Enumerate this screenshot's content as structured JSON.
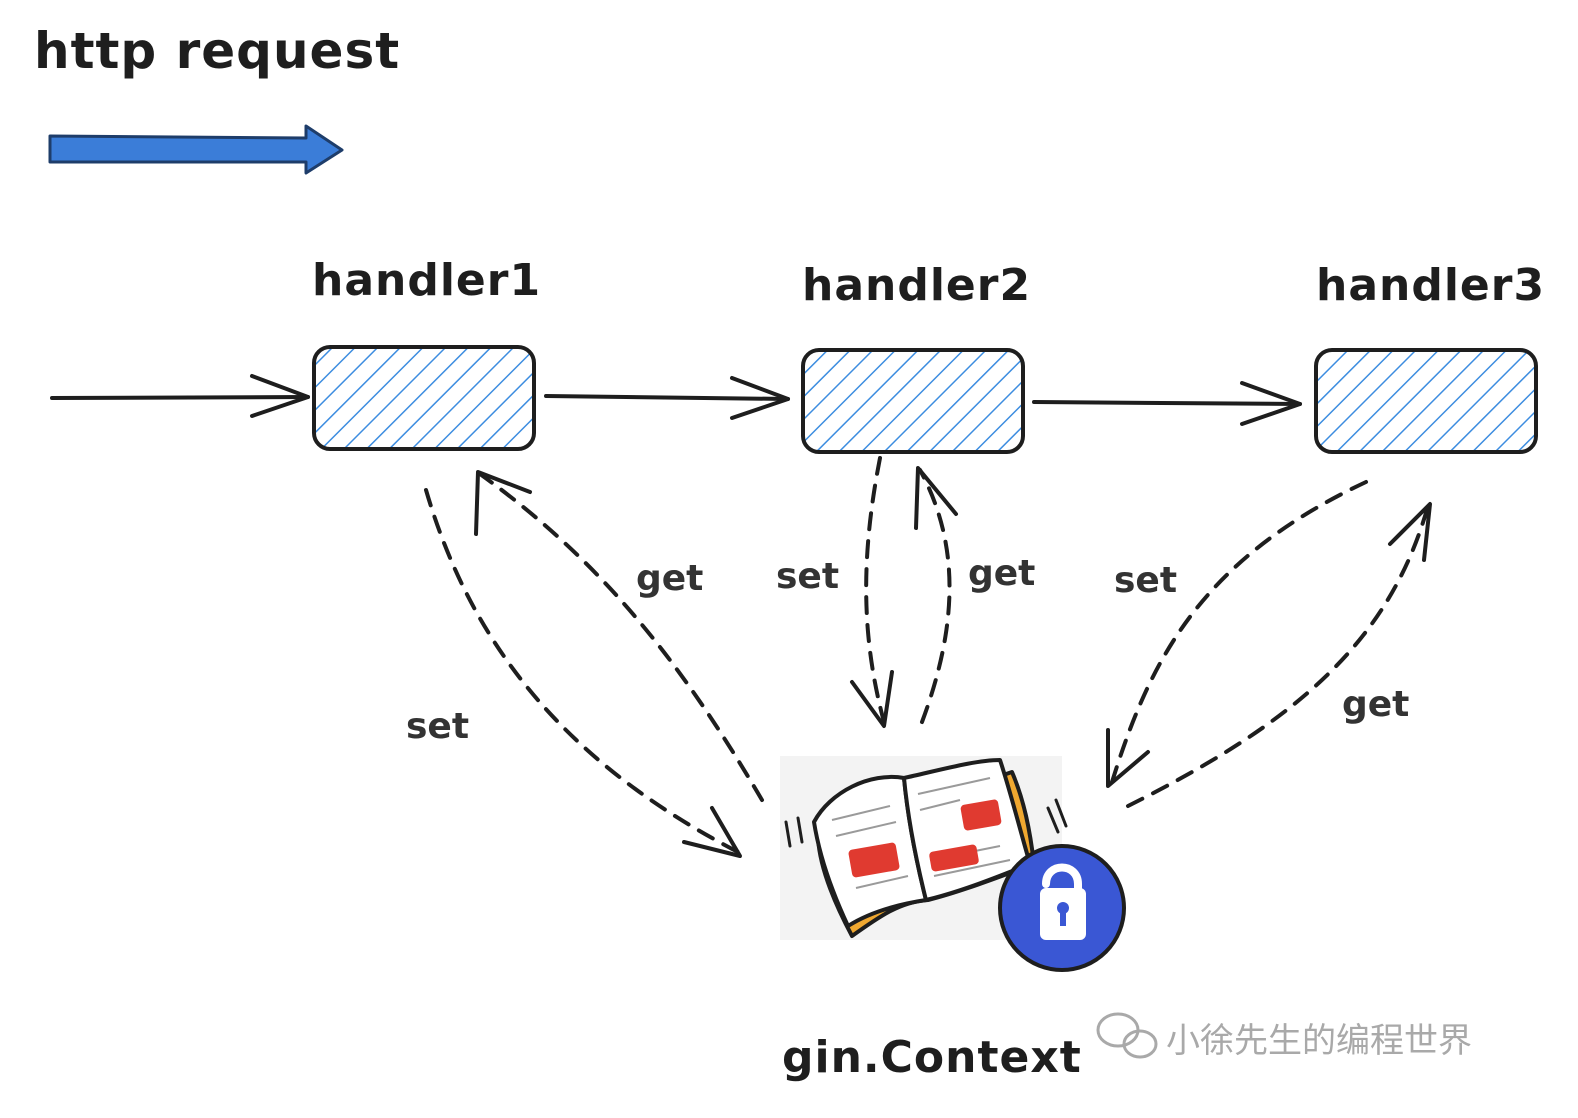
{
  "title": "http request",
  "handlers": [
    {
      "label": "handler1"
    },
    {
      "label": "handler2"
    },
    {
      "label": "handler3"
    }
  ],
  "edge_labels": {
    "h1_set": "set",
    "h1_get": "get",
    "h2_set": "set",
    "h2_get": "get",
    "h3_set": "set",
    "h3_get": "get"
  },
  "context_label": "gin.Context",
  "watermark": "小徐先生的编程世界",
  "colors": {
    "request_arrow": "#3b7dd8",
    "handler_fill": "#dbe9f7",
    "hatch": "#3d8de0",
    "stroke": "#1e1e1e",
    "lock": "#3a57d4",
    "book_cover": "#f0a830",
    "book_marks": "#e03a30"
  },
  "icons": {
    "context_icon": "book-with-lock-icon",
    "watermark_icon": "wechat-icon"
  }
}
